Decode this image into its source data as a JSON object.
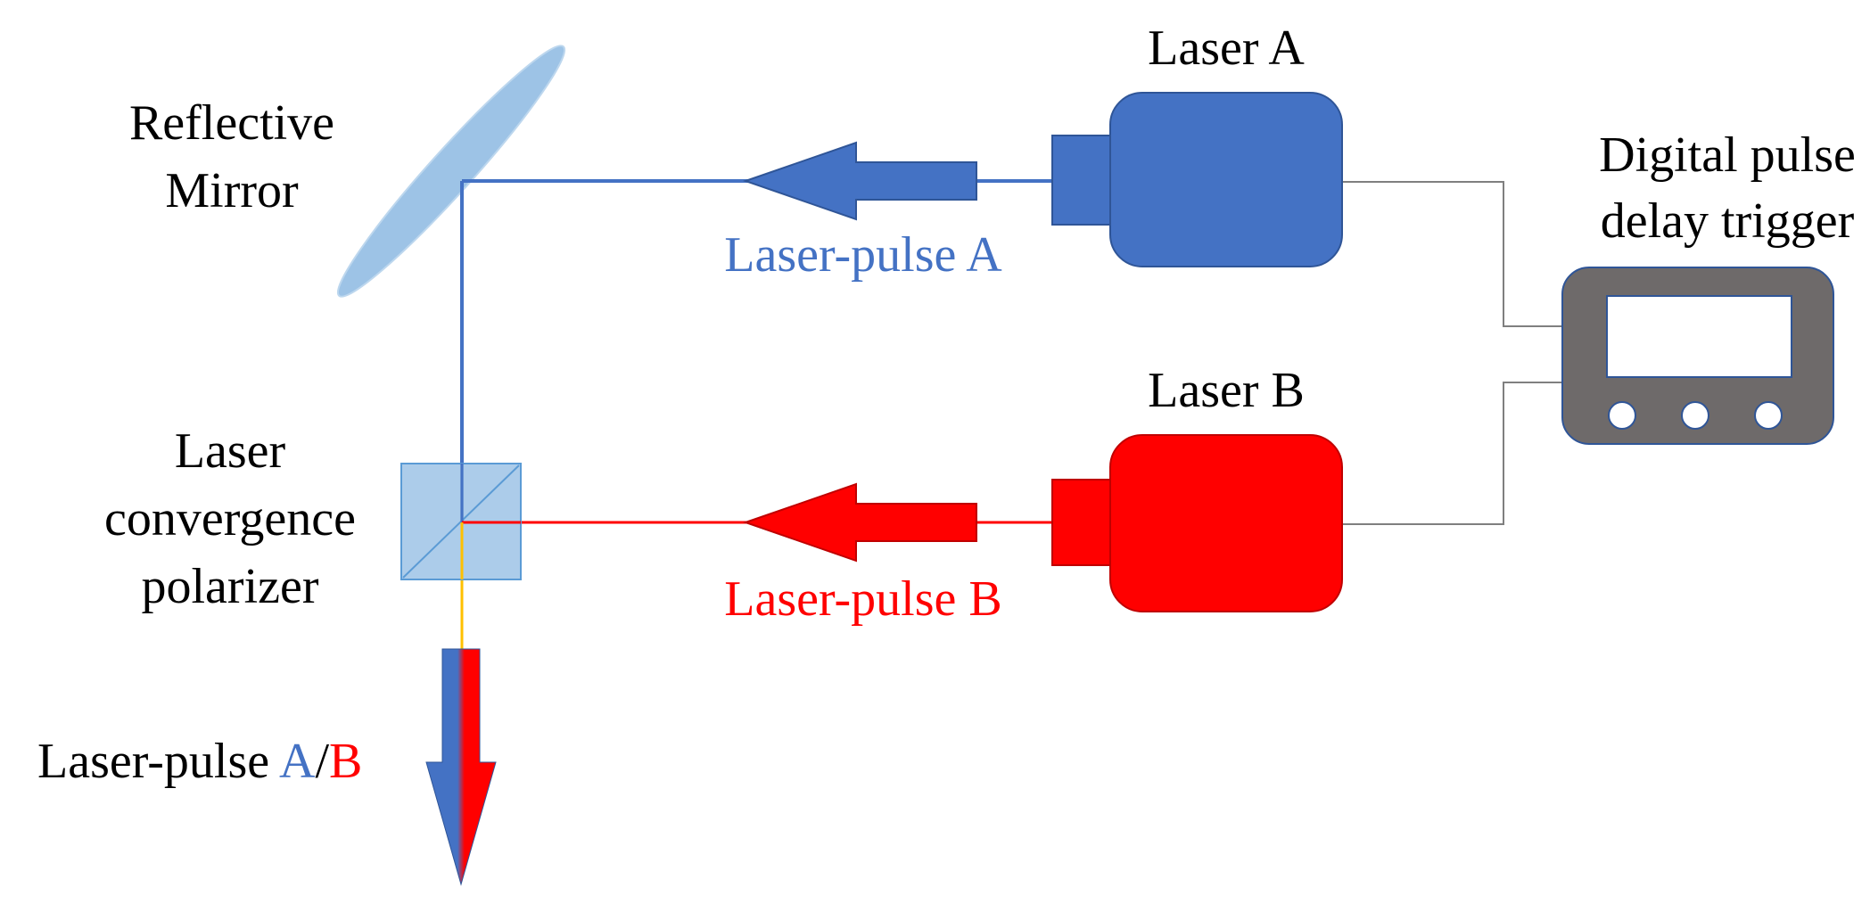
{
  "labels": {
    "mirror": [
      "Reflective",
      "Mirror"
    ],
    "laser_a": "Laser A",
    "laser_b": "Laser B",
    "trigger": [
      "Digital pulse",
      "delay trigger"
    ],
    "polarizer": [
      "Laser",
      "convergence",
      "polarizer"
    ],
    "pulse_a": "Laser-pulse A",
    "pulse_b": "Laser-pulse B",
    "pulse_ab_prefix": "Laser-pulse ",
    "pulse_ab_a": "A",
    "pulse_ab_sep": "/",
    "pulse_ab_b": "B"
  },
  "colors": {
    "laser_a": "#4472c4",
    "laser_b": "#ff0000",
    "mirror": "#9dc3e6",
    "polarizer": "#9dc3e6",
    "trigger_body": "#6e6a6a",
    "wire": "#7f7f7f",
    "beam_a": "#4472c4",
    "beam_b": "#ff0000",
    "beam_ab": "#ffc000",
    "text_default": "#000000"
  }
}
